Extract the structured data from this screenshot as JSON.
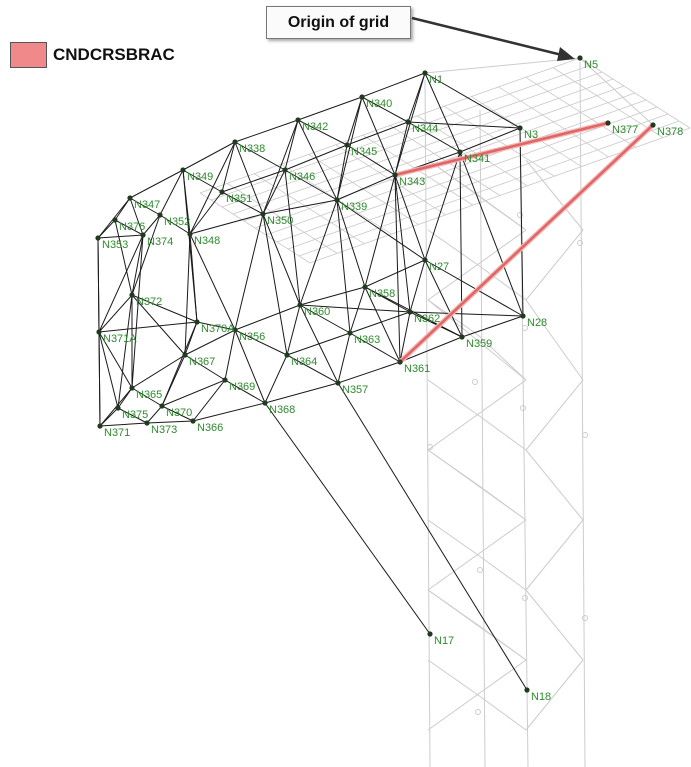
{
  "legend": {
    "label": "CNDCRSBRAC",
    "color": "#f08a8a"
  },
  "callout": {
    "text": "Origin of grid"
  },
  "colors": {
    "member": "#1a1a1a",
    "ghost": "#cccccc",
    "node": "#1f3a1f",
    "label": "#2e8b2e",
    "highlight": "#e06666"
  },
  "nodes": [
    "N1",
    "N3",
    "N5",
    "N17",
    "N18",
    "N27",
    "N28",
    "N338",
    "N339",
    "N340",
    "N341",
    "N342",
    "N343",
    "N344",
    "N345",
    "N346",
    "N347",
    "N348",
    "N349",
    "N350",
    "N351",
    "N352",
    "N353",
    "N356",
    "N357",
    "N358",
    "N359",
    "N360",
    "N361",
    "N362",
    "N363",
    "N364",
    "N365",
    "N366",
    "N367",
    "N368",
    "N369",
    "N370",
    "N370A",
    "N371",
    "N371A",
    "N372",
    "N373",
    "N374",
    "N375",
    "N376",
    "N377",
    "N378"
  ]
}
